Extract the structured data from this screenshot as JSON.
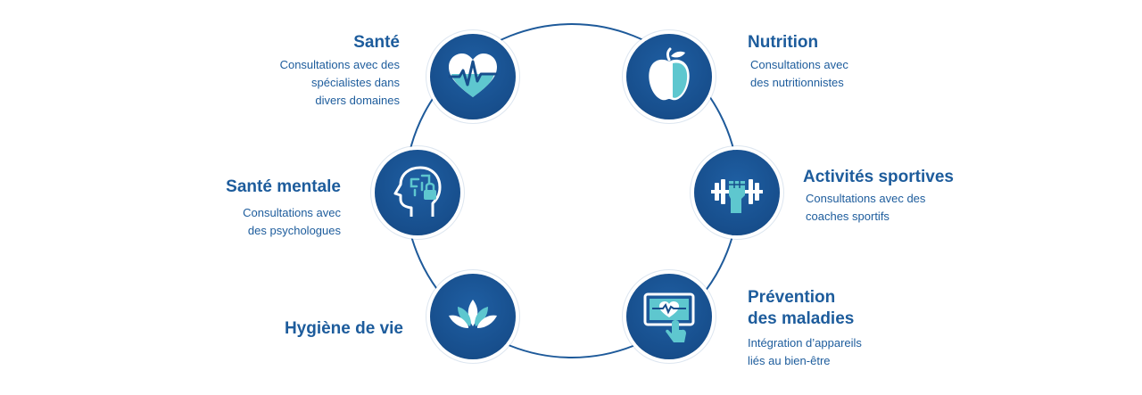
{
  "colors": {
    "primary": "#174e8c",
    "accent": "#5ec7cf",
    "text": "#1d5c9c"
  },
  "items": [
    {
      "title": "Santé",
      "desc_lines": [
        "Consultations avec des",
        "spécialistes dans",
        "divers domaines"
      ],
      "icon": "heart-pulse-icon"
    },
    {
      "title": "Nutrition",
      "desc_lines": [
        "Consultations avec",
        "des nutritionnistes"
      ],
      "icon": "apple-icon"
    },
    {
      "title": "Santé mentale",
      "desc_lines": [
        "Consultations avec",
        "des psychologues"
      ],
      "icon": "head-brain-lock-icon"
    },
    {
      "title": "Activités sportives",
      "desc_lines": [
        "Consultations avec des",
        "coaches sportifs"
      ],
      "icon": "dumbbell-fist-icon"
    },
    {
      "title": "Hygiène de vie",
      "desc_lines": [],
      "icon": "lotus-icon"
    },
    {
      "title_lines": [
        "Prévention",
        "des maladies"
      ],
      "desc_lines": [
        "Intégration d’appareils",
        "liés au bien-être"
      ],
      "icon": "monitor-heart-touch-icon"
    }
  ]
}
